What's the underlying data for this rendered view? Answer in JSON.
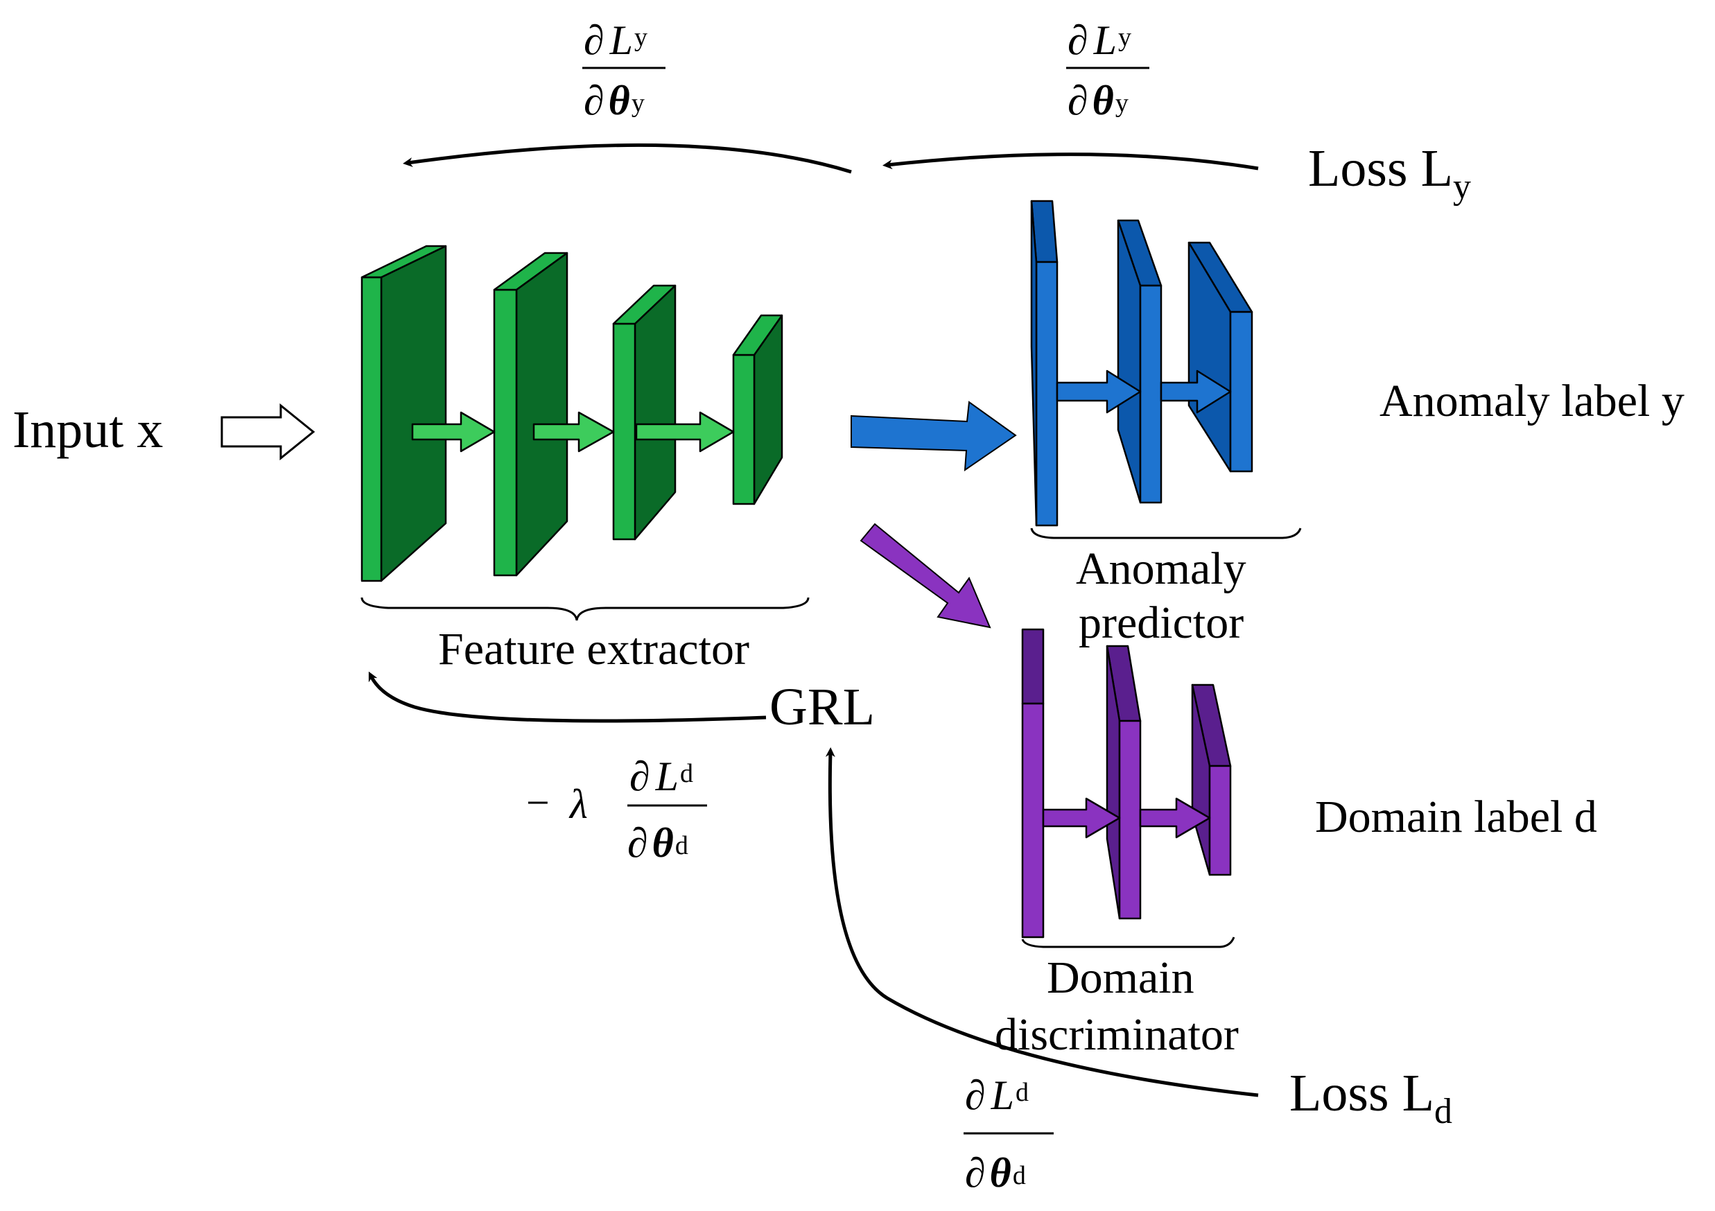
{
  "colors": {
    "feature_front": "#1fb44a",
    "feature_side": "#0a6b28",
    "feature_arrow": "#3dcc5c",
    "anomaly_front": "#1e74d0",
    "anomaly_side": "#0c58ac",
    "domain_front": "#8a33c0",
    "domain_side": "#5a1f8e",
    "stroke": "#000000"
  },
  "labels": {
    "input": "Input x",
    "feature_extractor": "Feature extractor",
    "anomaly_predictor_line1": "Anomaly",
    "anomaly_predictor_line2": "predictor",
    "domain_discriminator_line1": "Domain",
    "domain_discriminator_line2": "discriminator",
    "anomaly_label": "Anomaly label y",
    "domain_label": "Domain label d",
    "loss_y": "Loss L",
    "loss_y_sub": "y",
    "loss_d": "Loss L",
    "loss_d_sub": "d",
    "grl": "GRL"
  },
  "gradients": {
    "partial": "∂",
    "L": "L",
    "theta": "θ",
    "y_sub": "y",
    "d_sub": "d",
    "minus": "−",
    "lambda": "λ"
  },
  "icons": {
    "input_arrow": "hollow-right-arrow-icon",
    "flow_arrow": "thick-right-arrow-icon"
  }
}
